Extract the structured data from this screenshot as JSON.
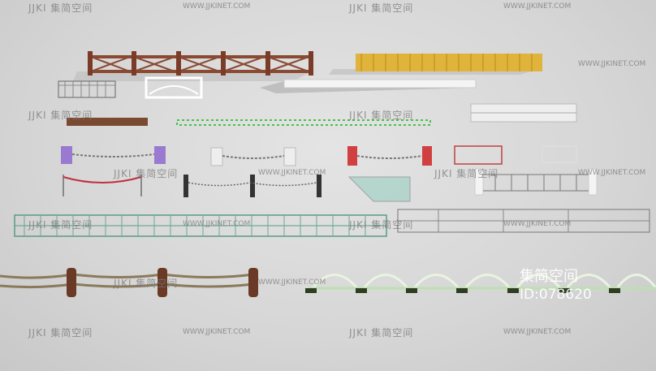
{
  "watermark": {
    "logo": "JJKI 集简空间",
    "url": "WWW.JJKINET.COM"
  },
  "stamp": {
    "brand": "集简空间",
    "id": "ID:078620"
  },
  "colors": {
    "background": "#d8d8d8",
    "wood_fence": "#8a4a32",
    "yellow_fence": "#e0b43a",
    "green_fence": "#58b86a",
    "teal_fence": "#5a9a86",
    "purple_post": "#9a7ad0",
    "red_post": "#d04040"
  }
}
